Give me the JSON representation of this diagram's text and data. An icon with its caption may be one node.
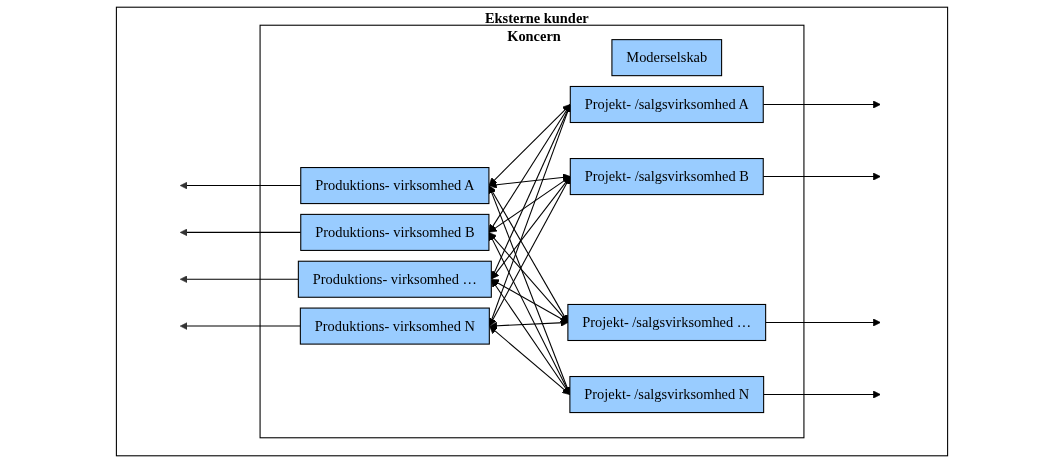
{
  "diagram": {
    "nodes": [
      {
        "text": [
          "Eksterne kunder"
        ]
      },
      {
        "text": [
          "Koncern"
        ],
        "in": 0
      },
      {
        "text": [
          "Moderselskab"
        ],
        "in": 1
      },
      {
        "text": [
          "Produktions- virksomhed A"
        ],
        "in": 1
      },
      {
        "text": [
          "Produktions- virksomhed B"
        ],
        "in": 1
      },
      {
        "text": [
          "Produktions- virksomhed …"
        ],
        "in": 1
      },
      {
        "text": [
          "Produktions- virksomhed N"
        ],
        "in": 1
      },
      {
        "text": [
          "Projekt- /salgsvirksomhed A"
        ],
        "in": 1
      },
      {
        "text": [
          "Projekt- /salgsvirksomhed B"
        ],
        "in": 1
      },
      {
        "text": [
          "Projekt- /salgsvirksomhed …"
        ],
        "in": 1
      },
      {
        "text": [
          "Projekt- /salgsvirksomhed N"
        ],
        "in": 1
      }
    ],
    "edges": [
      {
        "from": 3,
        "to": null,
        "arrow": "to"
      },
      {
        "from": 4,
        "to": null,
        "arrow": "to"
      },
      {
        "from": 5,
        "to": null,
        "arrow": "to"
      },
      {
        "from": 6,
        "to": null,
        "arrow": "to"
      },
      {
        "from": 3,
        "to": 7,
        "arrow": "both"
      },
      {
        "from": 3,
        "to": 8,
        "arrow": "both"
      },
      {
        "from": 3,
        "to": 9,
        "arrow": "both"
      },
      {
        "from": 3,
        "to": 10,
        "arrow": "both"
      },
      {
        "from": 4,
        "to": 7,
        "arrow": "both"
      },
      {
        "from": 4,
        "to": 8,
        "arrow": "both"
      },
      {
        "from": 4,
        "to": 9,
        "arrow": "both"
      },
      {
        "from": 4,
        "to": 10,
        "arrow": "both"
      },
      {
        "from": 5,
        "to": 7,
        "arrow": "both"
      },
      {
        "from": 5,
        "to": 8,
        "arrow": "both"
      },
      {
        "from": 5,
        "to": 9,
        "arrow": "both"
      },
      {
        "from": 5,
        "to": 10,
        "arrow": "both"
      },
      {
        "from": 6,
        "to": 7,
        "arrow": "both"
      },
      {
        "from": 6,
        "to": 8,
        "arrow": "both"
      },
      {
        "from": 6,
        "to": 9,
        "arrow": "both"
      },
      {
        "from": 6,
        "to": 10,
        "arrow": "both"
      },
      {
        "from": 7,
        "to": null,
        "arrow": "to"
      },
      {
        "from": 8,
        "to": null,
        "arrow": "to"
      },
      {
        "from": 9,
        "to": null,
        "arrow": "to"
      },
      {
        "from": 10,
        "to": null,
        "arrow": "to"
      }
    ]
  }
}
